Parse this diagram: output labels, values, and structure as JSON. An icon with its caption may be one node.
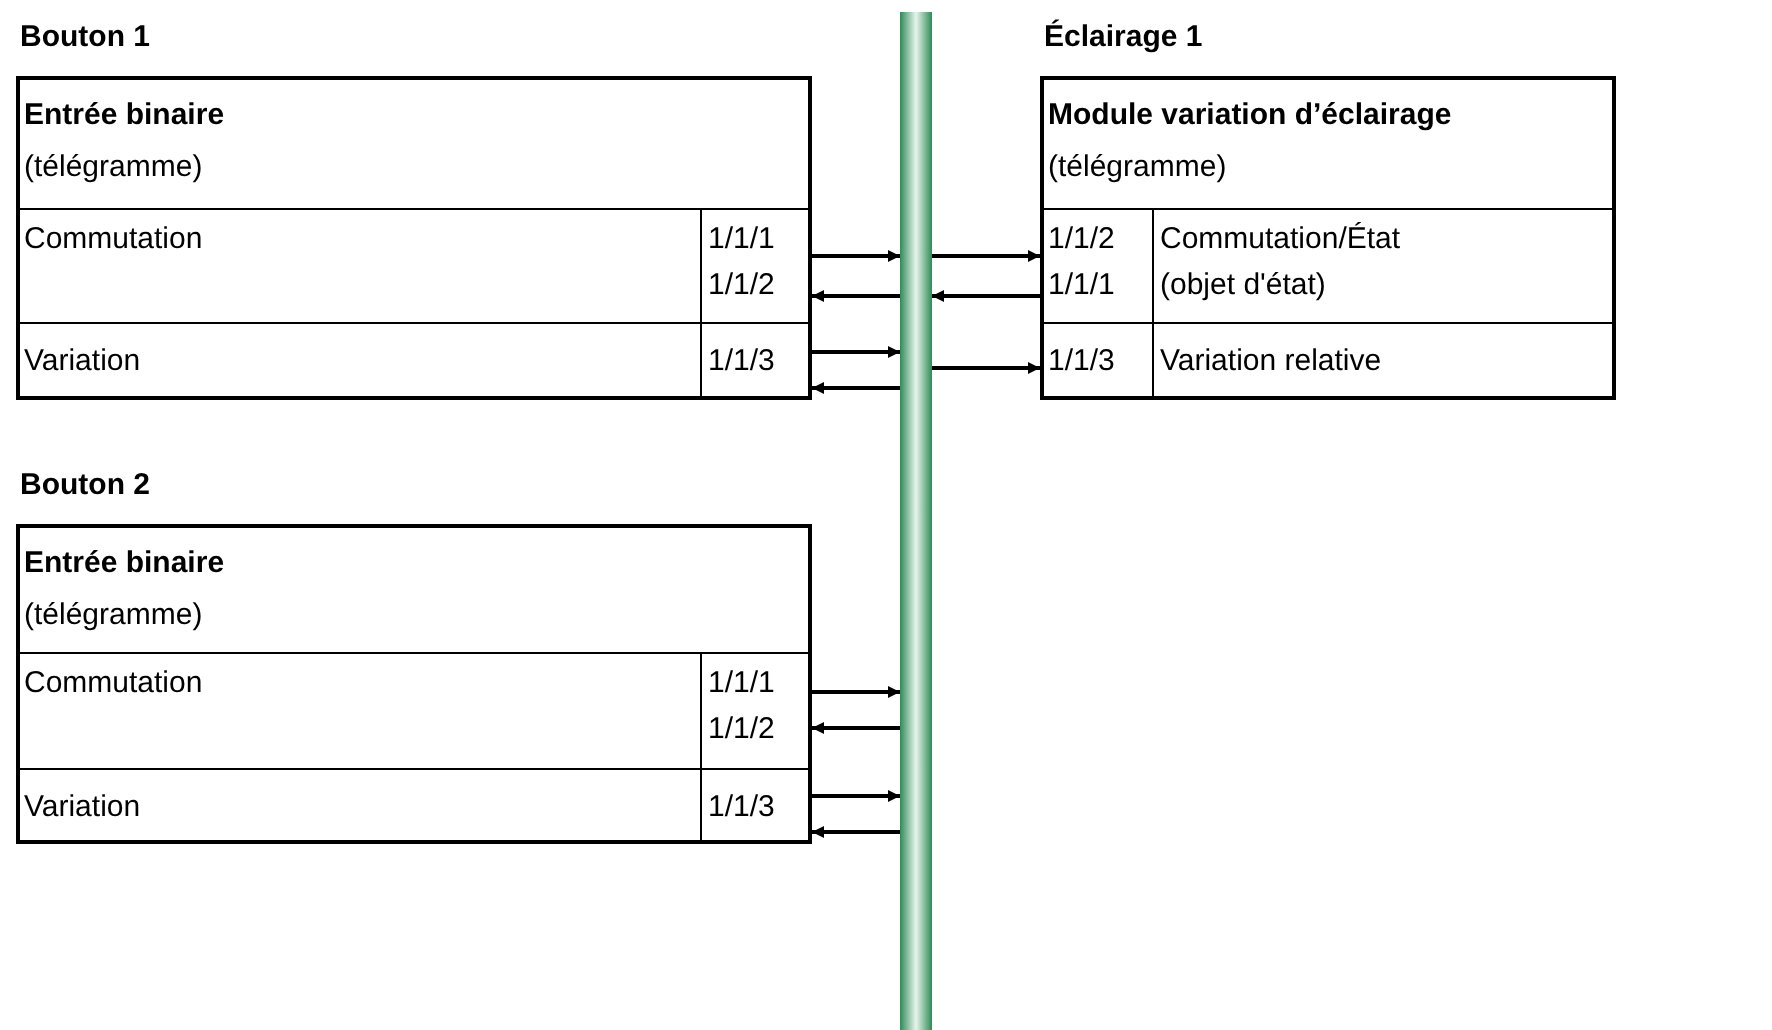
{
  "diagram": {
    "nodes": [
      {
        "text": [],
        "shape": "bar"
      },
      {
        "text": [
          "Bouton 1",
          "Entrée binaire",
          "(télégramme)"
        ]
      },
      {
        "text": [
          "Commutation"
        ],
        "in": 1
      },
      {
        "text": [
          "1/1/1",
          "1/1/2"
        ],
        "in": 1
      },
      {
        "text": [
          "Variation"
        ],
        "in": 1
      },
      {
        "text": [
          "1/1/3"
        ],
        "in": 1
      },
      {
        "text": [
          "Bouton 2",
          "Entrée binaire",
          "(télégramme)"
        ]
      },
      {
        "text": [
          "Commutation"
        ],
        "in": 6
      },
      {
        "text": [
          "1/1/1",
          "1/1/2"
        ],
        "in": 6
      },
      {
        "text": [
          "Variation"
        ],
        "in": 6
      },
      {
        "text": [
          "1/1/3"
        ],
        "in": 6
      },
      {
        "text": [
          "Éclairage 1",
          "Module variation d’éclairage",
          "(télégramme)"
        ]
      },
      {
        "text": [
          "1/1/2",
          "1/1/1"
        ],
        "in": 11
      },
      {
        "text": [
          "Commutation/État",
          "(objet d'état)"
        ],
        "in": 11
      },
      {
        "text": [
          "1/1/3"
        ],
        "in": 11
      },
      {
        "text": [
          "Variation relative"
        ],
        "in": 11
      }
    ],
    "edges": [
      {
        "from": 3,
        "to": 0,
        "arrow": "to"
      },
      {
        "from": 0,
        "to": 3,
        "arrow": "to"
      },
      {
        "from": 5,
        "to": 0,
        "arrow": "to"
      },
      {
        "from": 0,
        "to": 5,
        "arrow": "to"
      },
      {
        "from": 8,
        "to": 0,
        "arrow": "to"
      },
      {
        "from": 0,
        "to": 8,
        "arrow": "to"
      },
      {
        "from": 10,
        "to": 0,
        "arrow": "to"
      },
      {
        "from": 0,
        "to": 10,
        "arrow": "to"
      },
      {
        "from": 0,
        "to": 12,
        "arrow": "to"
      },
      {
        "from": 12,
        "to": 0,
        "arrow": "to"
      },
      {
        "from": 0,
        "to": 14,
        "arrow": "to"
      }
    ]
  }
}
